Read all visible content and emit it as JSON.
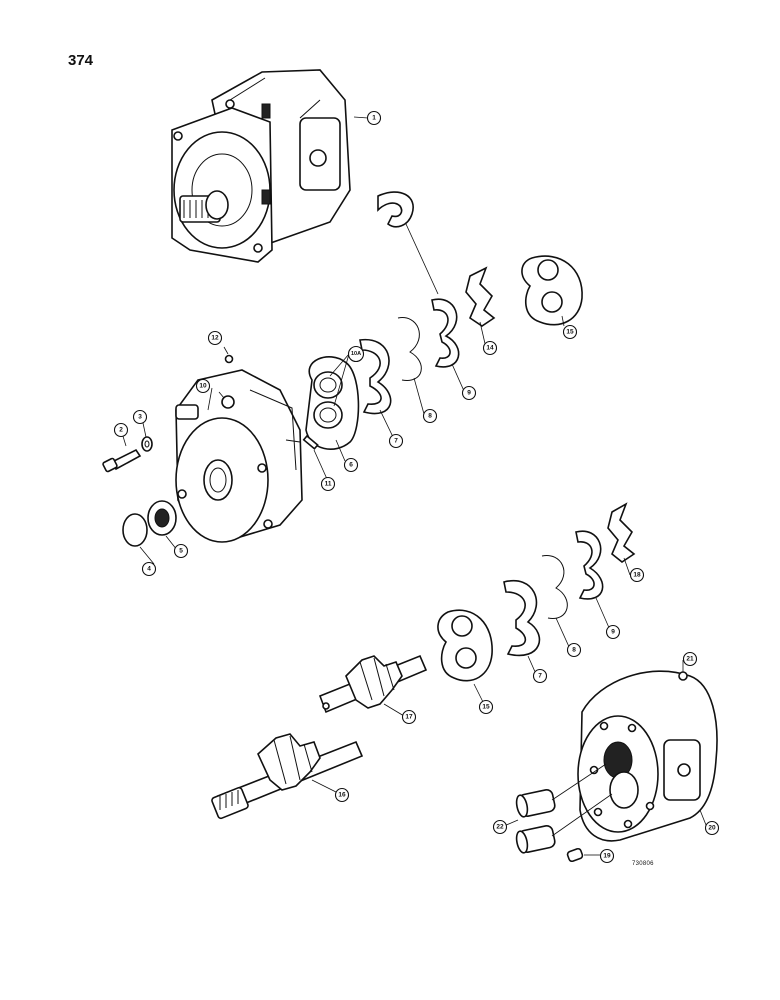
{
  "page_number": "374",
  "figure_code": "730806",
  "callouts": [
    {
      "label": "1"
    },
    {
      "label": "2"
    },
    {
      "label": "3"
    },
    {
      "label": "4"
    },
    {
      "label": "5"
    },
    {
      "label": "6"
    },
    {
      "label": "7"
    },
    {
      "label": "8"
    },
    {
      "label": "9"
    },
    {
      "label": "10A"
    },
    {
      "label": "10"
    },
    {
      "label": "11"
    },
    {
      "label": "12"
    },
    {
      "label": "14"
    },
    {
      "label": "15"
    },
    {
      "label": "18"
    },
    {
      "label": "7"
    },
    {
      "label": "8"
    },
    {
      "label": "9"
    },
    {
      "label": "15"
    },
    {
      "label": "17"
    },
    {
      "label": "16"
    },
    {
      "label": "21"
    },
    {
      "label": "22"
    },
    {
      "label": "19"
    },
    {
      "label": "20"
    }
  ]
}
